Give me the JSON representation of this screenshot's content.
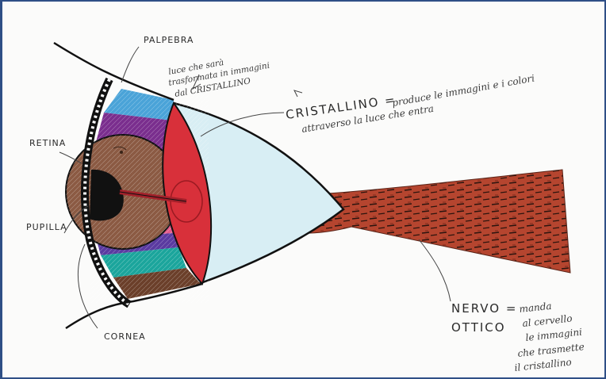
{
  "labels": {
    "palpebra": "PALPEBRA",
    "retina": "RETINA",
    "pupilla": "PUPILLA",
    "cornea": "CORNEA",
    "cristallino": "CRISTALLINO =",
    "nervo_line1": "NERVO =",
    "nervo_line2": "OTTICO"
  },
  "notes": {
    "luce_line1": "luce che sarà",
    "luce_line2": "trasformata in immagini",
    "luce_line3": "dal CRISTALLINO",
    "cristallino_line1": "produce le immagini e i colori",
    "cristallino_line2": "attraverso la luce che entra",
    "nervo_line1": "manda",
    "nervo_line2": "al cervello",
    "nervo_line3": "le immagini",
    "nervo_line4": "che trasmette",
    "nervo_line5": "il cristallino"
  },
  "colors": {
    "frame_border": "#2f4f86",
    "sky_blue": "#4aa3d8",
    "purple": "#7a2e8e",
    "violet": "#5a3aa0",
    "teal": "#1ba59c",
    "brown": "#6b3f2a",
    "iris_brown": "#8b5a43",
    "lens_red": "#d8303a",
    "light_blue": "#d8eef4",
    "nerve_red": "#b5452f",
    "yellow": "#e8c62a",
    "pink": "#e35a8a",
    "black": "#111111"
  }
}
